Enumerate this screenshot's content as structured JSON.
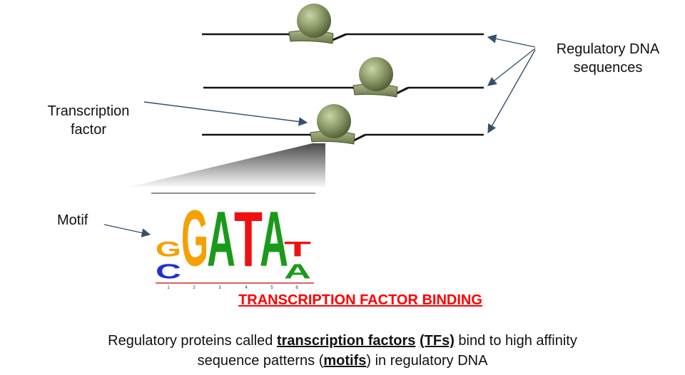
{
  "labels": {
    "regulatory_dna_line1": "Regulatory DNA",
    "regulatory_dna_line2": "sequences",
    "transcription_factor_line1": "Transcription",
    "transcription_factor_line2": "factor",
    "motif": "Motif"
  },
  "title": "TRANSCRIPTION FACTOR BINDING",
  "caption": {
    "p1": "Regulatory proteins called ",
    "tf_term": "transcription factors",
    "p2": " ",
    "tf_abbr": "(TFs)",
    "p3": " bind to high affinity",
    "p4": "sequence patterns (",
    "motif_term": "motifs",
    "p5": ") in regulatory DNA"
  },
  "motif_logo": {
    "positions": [
      "1",
      "2",
      "3",
      "4",
      "5",
      "6"
    ],
    "columns": [
      [
        {
          "letter": "C",
          "color": "#1f2fd6"
        },
        {
          "letter": "G",
          "color": "#f5a000"
        }
      ],
      [
        {
          "letter": "G",
          "color": "#f5a000"
        }
      ],
      [
        {
          "letter": "A",
          "color": "#1a9a1a"
        }
      ],
      [
        {
          "letter": "T",
          "color": "#ee1111"
        }
      ],
      [
        {
          "letter": "A",
          "color": "#1a9a1a"
        }
      ],
      [
        {
          "letter": "A",
          "color": "#1a9a1a"
        },
        {
          "letter": "T",
          "color": "#ee1111"
        }
      ]
    ]
  },
  "colors": {
    "title": "#ff0000",
    "protein": "#8a9a6a",
    "dna_line": "#111111",
    "arrow": "#34506a"
  }
}
